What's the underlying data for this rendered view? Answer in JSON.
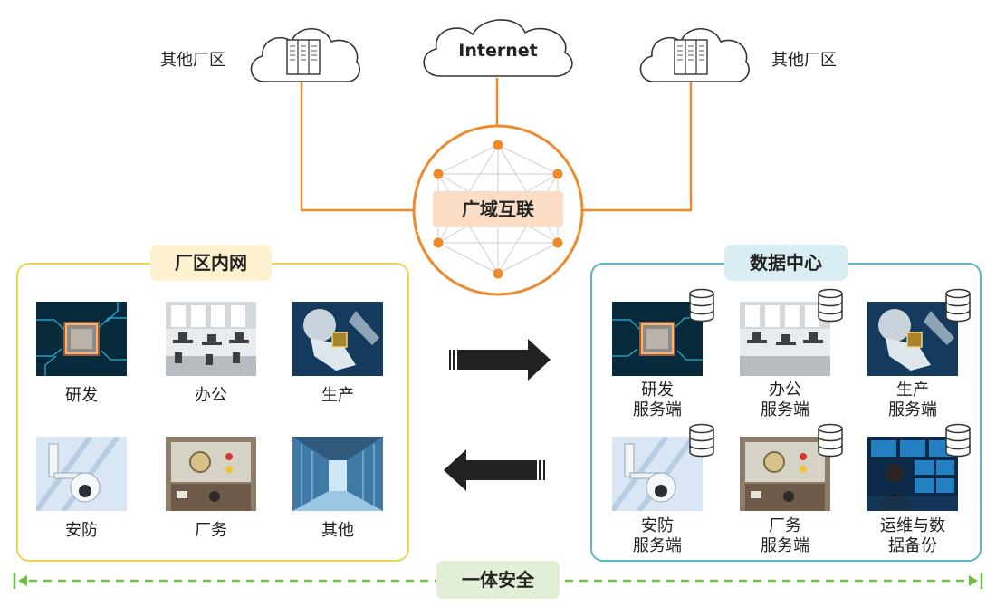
{
  "clouds": {
    "left_label": "其他厂区",
    "center_label": "Internet",
    "right_label": "其他厂区"
  },
  "wan": {
    "label": "广域互联"
  },
  "intranet": {
    "title": "厂区内网",
    "tiles": [
      {
        "caption": "研发",
        "image": "chip"
      },
      {
        "caption": "办公",
        "image": "office"
      },
      {
        "caption": "生产",
        "image": "robot"
      },
      {
        "caption": "安防",
        "image": "camera"
      },
      {
        "caption": "厂务",
        "image": "panel"
      },
      {
        "caption": "其他",
        "image": "corridor"
      }
    ]
  },
  "datacenter": {
    "title": "数据中心",
    "tiles": [
      {
        "line1": "研发",
        "line2": "服务端",
        "image": "chip"
      },
      {
        "line1": "办公",
        "line2": "服务端",
        "image": "office"
      },
      {
        "line1": "生产",
        "line2": "服务端",
        "image": "robot"
      },
      {
        "line1": "安防",
        "line2": "服务端",
        "image": "camera"
      },
      {
        "line1": "厂务",
        "line2": "服务端",
        "image": "panel"
      },
      {
        "line1": "运维与数",
        "line2": "据备份",
        "image": "monitor"
      }
    ]
  },
  "security": {
    "label": "一体安全"
  },
  "colors": {
    "orange": "#ee8a2c",
    "yellow_border": "#f2cf56",
    "yellow_title_bg": "#fdf1cf",
    "teal_border": "#5bb6c6",
    "teal_title_bg": "#d8eef2",
    "green": "#6cbf44",
    "green_title_bg": "#e2efd6",
    "wan_label_bg": "#fbdcc4"
  }
}
